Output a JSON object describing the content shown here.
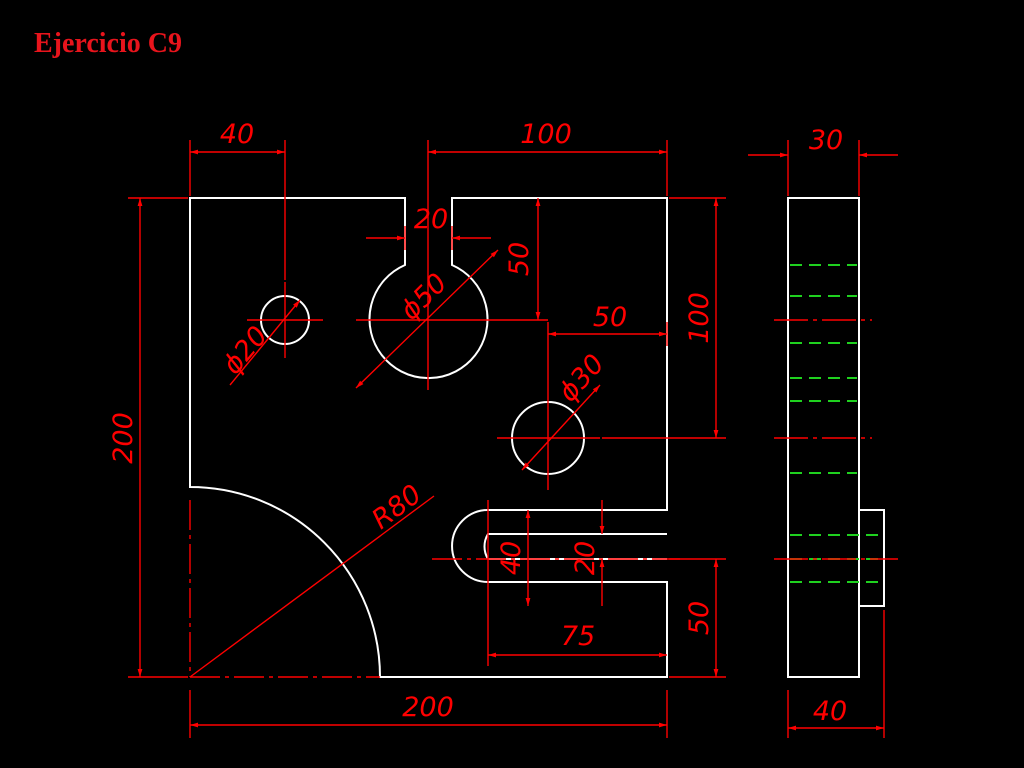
{
  "title": "Ejercicio C9",
  "colors": {
    "background": "#000000",
    "title": "#e8141c",
    "outline": "#ffffff",
    "dimension": "#ff0000",
    "hidden_line": "#1fd11f"
  },
  "dimensions": {
    "hole_left_x": "40",
    "slot_to_right_edge": "100",
    "notch_width": "20",
    "notch_depth": "50",
    "big_hole_diameter": "ϕ50",
    "small_hole_diameter": "ϕ20",
    "mid_hole_offset": "50",
    "mid_hole_diameter": "ϕ30",
    "right_upper_height": "100",
    "total_height": "200",
    "corner_radius": "R80",
    "slot_outer_height": "40",
    "slot_inner_width": "20",
    "slot_length": "75",
    "right_lower_height": "50",
    "total_width": "200",
    "side_thickness": "30",
    "side_total_width": "40"
  }
}
